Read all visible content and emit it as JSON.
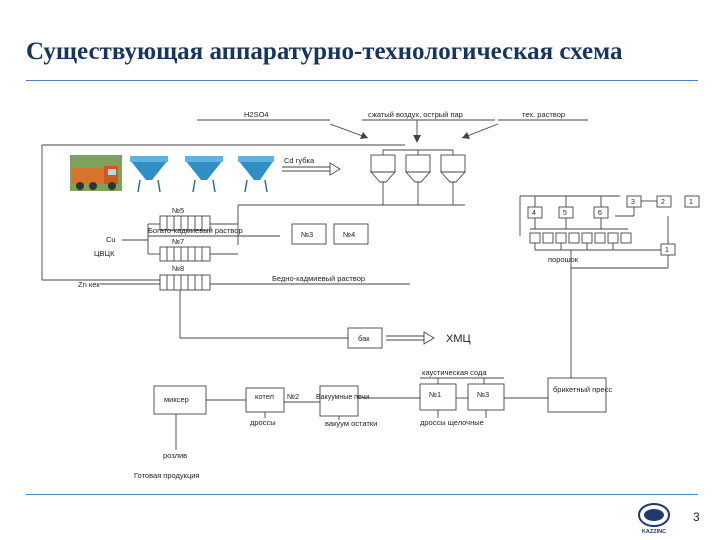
{
  "slide": {
    "title": "Существующая аппаратурно-технологическая схема",
    "page_number": "3",
    "logo_text": "KAZZINC"
  },
  "diagram": {
    "inputs": {
      "h2so4": "H2SO4",
      "compressed_air": "сжатый воздух, острый пар",
      "tech_solution": "тех. раствор",
      "cd_sponge": "Cd губка"
    },
    "tanks": {
      "n5": "№5",
      "rich_solution": "Богато-кадмиевый раствор",
      "n7": "№7",
      "n8": "№8",
      "poor_solution": "Бедно-кадмиевый раствор",
      "n3": "№3",
      "n4": "№4",
      "bak": "бак",
      "hmc": "ХМЦ"
    },
    "side_labels": {
      "cu": "Cu",
      "cvck": "ЦВЦК",
      "zn_cake": "Zn кек"
    },
    "filters": {
      "f4": "4",
      "f5": "5",
      "f6": "6",
      "f3": "3",
      "f2": "2",
      "f1": "1",
      "f1b": "1",
      "powder": "порошок"
    },
    "bottom": {
      "mixer": "миксер",
      "boiler": "котел",
      "n2": "№2",
      "vacuum_furnace": "Вакуумные печи",
      "caustic_soda": "каустическая сода",
      "n1": "№1",
      "n3b": "№3",
      "briquette_press": "брикетный пресс",
      "dross": "дроссы",
      "vacuum_residue": "вакуум остатки",
      "alkaline_dross": "дроссы щелочные",
      "pouring": "розлив",
      "finished_product": "Готовая продукция"
    }
  }
}
